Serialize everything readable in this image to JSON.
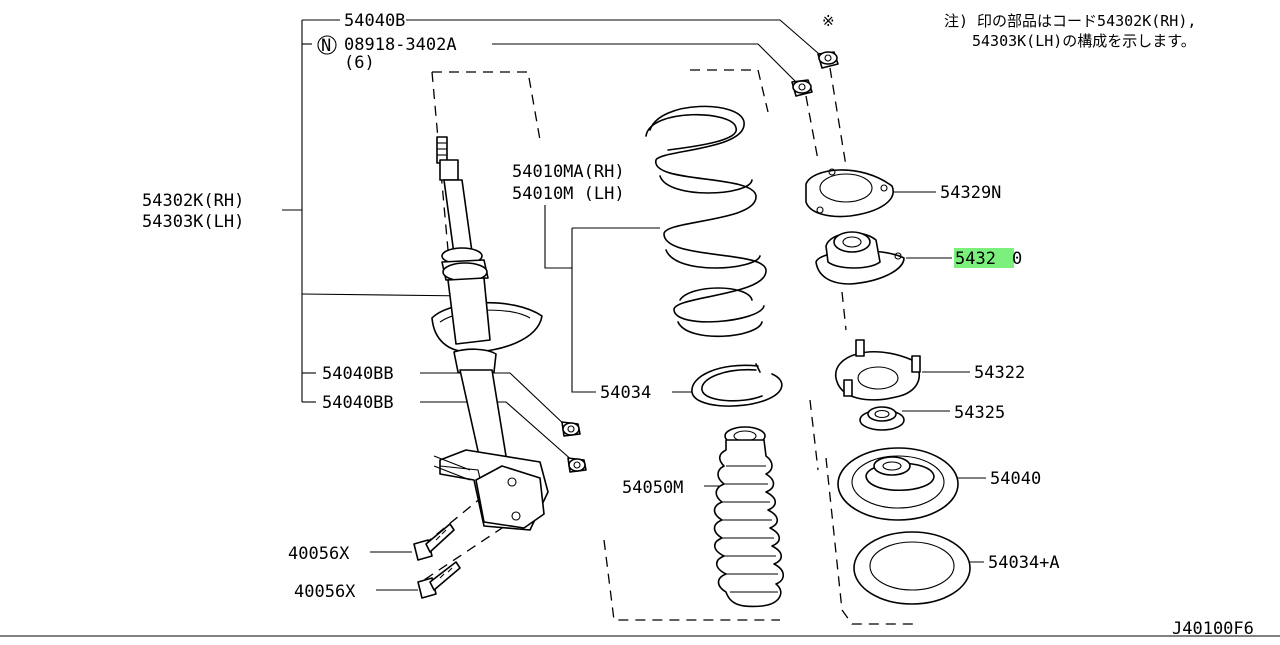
{
  "diagram_id": "J40100F6",
  "note": {
    "mark": "※",
    "line1": "注) 印の部品はコード54302K(RH),",
    "line2": "54303K(LH)の構成を示します。"
  },
  "labels": {
    "p54040B": "54040B",
    "nut_symbol": "N",
    "p08918": "08918-3402A",
    "qty6": "(6)",
    "p54302K": "54302K(RH)",
    "p54303K": "54303K(LH)",
    "p54010MA": "54010MA(RH)",
    "p54010M": "54010M (LH)",
    "p54329N": "54329N",
    "p54320_hl": "5432",
    "p54320_rest": "0",
    "p54322": "54322",
    "p54325": "54325",
    "p54040": "54040",
    "p54034A": "54034+A",
    "p54034": "54034",
    "p54050M": "54050M",
    "p54040BB_1": "54040BB",
    "p54040BB_2": "54040BB",
    "p40056X_1": "40056X",
    "p40056X_2": "40056X"
  },
  "colors": {
    "highlight": "#7cf07c",
    "line": "#000000"
  }
}
